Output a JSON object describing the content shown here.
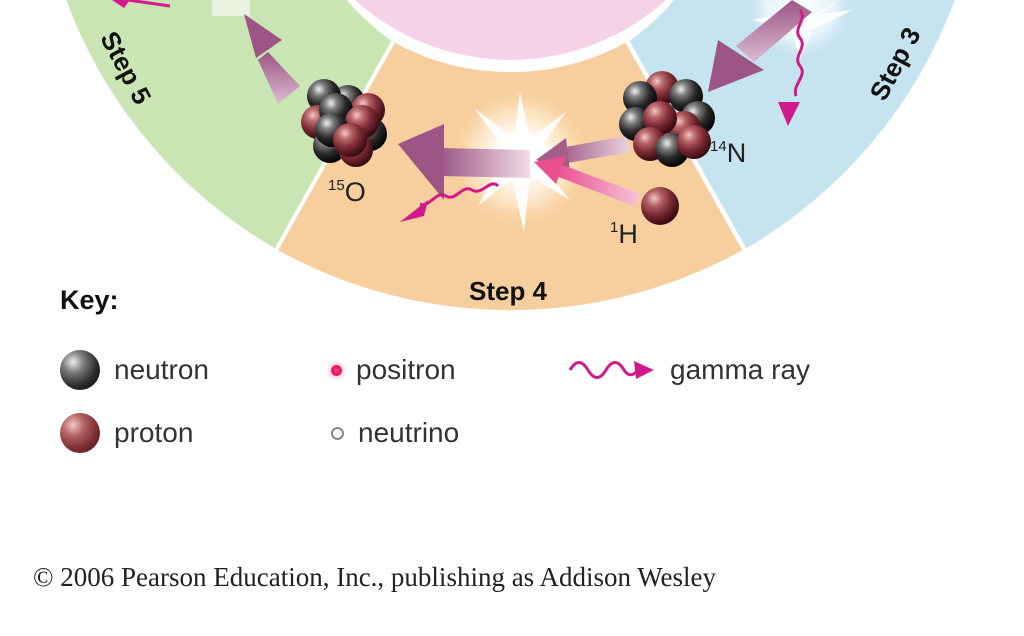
{
  "cycle": {
    "steps": {
      "step3": "Step 3",
      "step4": "Step 4",
      "step5": "Step 5"
    },
    "isotopes": {
      "o15": {
        "mass": "15",
        "symbol": "O"
      },
      "n14": {
        "mass": "14",
        "symbol": "N"
      },
      "h1": {
        "mass": "1",
        "symbol": "H"
      }
    },
    "sector_colors": {
      "step3": "#c6e3f0",
      "step4": "#f7cf9e",
      "step5": "#c9e5b4",
      "center": "#f6d2e6"
    },
    "arrow_color": "#a25d88",
    "gamma_color": "#d11a8c"
  },
  "key": {
    "title": "Key:",
    "items": {
      "neutron": "neutron",
      "proton": "proton",
      "positron": "positron",
      "neutrino": "neutrino",
      "gamma_ray": "gamma ray"
    }
  },
  "footer": {
    "copyright": "© 2006 Pearson Education, Inc., publishing as Addison Wesley"
  }
}
